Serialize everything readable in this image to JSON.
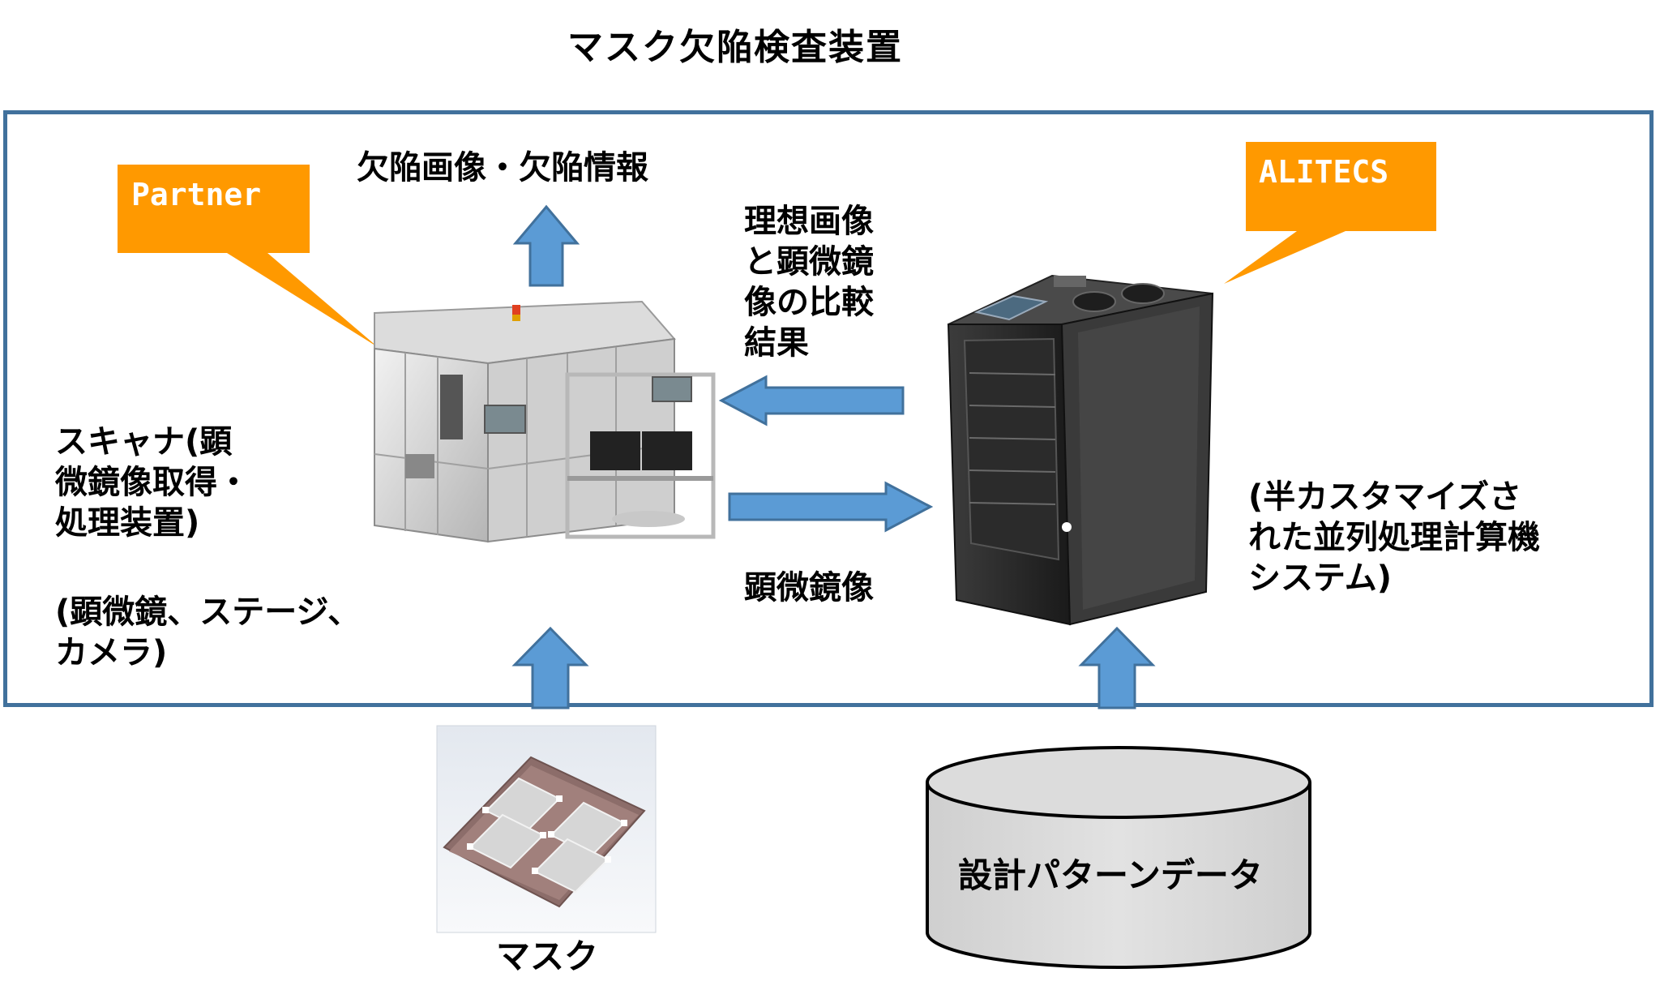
{
  "title": "マスク欠陥検査装置",
  "callouts": {
    "partner": "Partner",
    "alitecs": "ALITECS"
  },
  "labels": {
    "defect_output": "欠陥画像・欠陥情報",
    "comparison": "理想画像\nと顕微鏡\n像の比較\n結果",
    "microscope_image": "顕微鏡像",
    "scanner": "スキャナ(顕\n微鏡像取得・\n処理装置)",
    "scanner_parts": "(顕微鏡、ステージ、\nカメラ)",
    "computer": "(半カスタマイズさ\nれた並列処理計算機\nシステム)",
    "mask": "マスク",
    "design_data": "設計パターンデータ"
  },
  "colors": {
    "frame": "#41719c",
    "arrow_fill": "#5b9bd5",
    "arrow_stroke": "#41719c",
    "callout": "#ff9900",
    "cylinder": "#d9d9d9"
  },
  "icons": {
    "scanner_machine": "inspection-machine-icon",
    "computer_rack": "server-rack-icon",
    "mask_plate": "photomask-icon",
    "database": "database-cylinder-icon"
  }
}
